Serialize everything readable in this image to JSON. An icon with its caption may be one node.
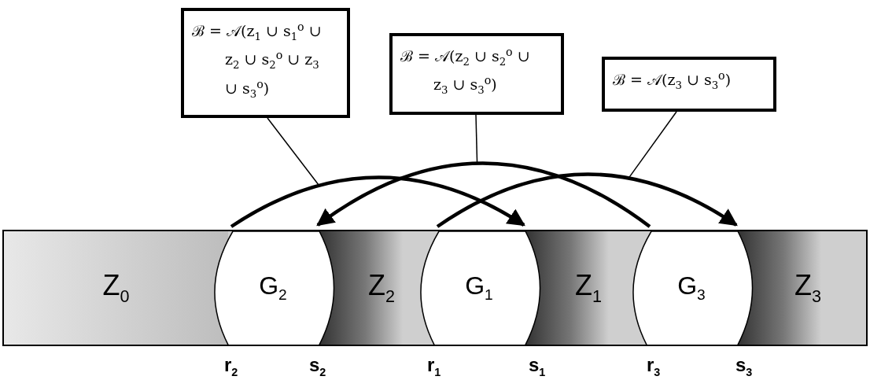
{
  "diagram": {
    "nodes": [
      {
        "text": [
          "ℬ = 𝒜(z$_{1}$ ∪ s$_{1}$$^{o}$ ∪ z$_{2}$ ∪ s$_{2}$$^{o}$ ∪ z$_{3}$ ∪ s$_{3}$$^{o}$)"
        ]
      },
      {
        "text": [
          "ℬ = 𝒜(z$_{2}$ ∪ s$_{2}$$^{o}$ ∪ z$_{3}$ ∪ s$_{3}$$^{o}$)"
        ]
      },
      {
        "text": [
          "ℬ = 𝒜(z$_{3}$ ∪ s$_{3}$$^{o}$)"
        ]
      },
      {
        "text": [],
        "shape": "bar"
      },
      {
        "text": [
          "Z$_{0}$"
        ],
        "in": 3
      },
      {
        "text": [
          "G$_{2}$"
        ],
        "in": 3
      },
      {
        "text": [
          "Z$_{2}$"
        ],
        "in": 3
      },
      {
        "text": [
          "G$_{1}$"
        ],
        "in": 3
      },
      {
        "text": [
          "Z$_{1}$"
        ],
        "in": 3
      },
      {
        "text": [
          "G$_{3}$"
        ],
        "in": 3
      },
      {
        "text": [
          "Z$_{3}$"
        ],
        "in": 3
      }
    ],
    "edges": [
      {
        "from": 5,
        "to": 7,
        "arrow": "to",
        "style": "thick"
      },
      {
        "from": 9,
        "to": 5,
        "arrow": "to",
        "style": "thick"
      },
      {
        "from": 7,
        "to": 9,
        "arrow": "to",
        "style": "thick"
      },
      {
        "from": 0,
        "to": null,
        "arrow": "none"
      },
      {
        "from": 1,
        "to": null,
        "arrow": "none"
      },
      {
        "from": 2,
        "to": null,
        "arrow": "none"
      }
    ],
    "labels": [
      "r$_{2}$",
      "s$_{2}$",
      "r$_{1}$",
      "s$_{1}$",
      "r$_{3}$",
      "s$_{3}$"
    ]
  }
}
